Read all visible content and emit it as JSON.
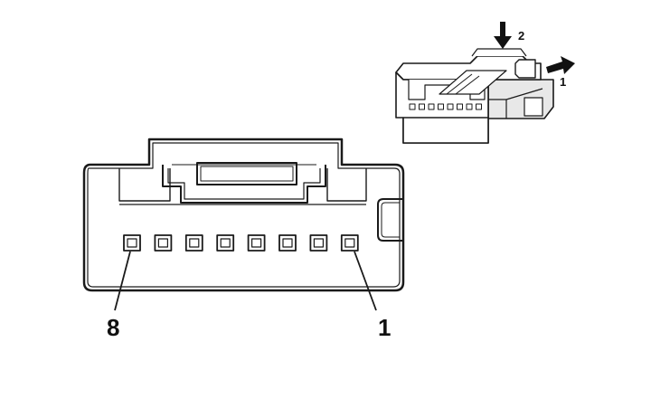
{
  "connector_front": {
    "pin_count": 8,
    "label_left": "8",
    "label_right": "1"
  },
  "connector_iso": {
    "arrow_push_label": "2",
    "arrow_slide_label": "1"
  },
  "colors": {
    "stroke": "#1a1a1a",
    "fill": "#ffffff",
    "shade": "#e8e8e8",
    "arrow": "#111111"
  }
}
